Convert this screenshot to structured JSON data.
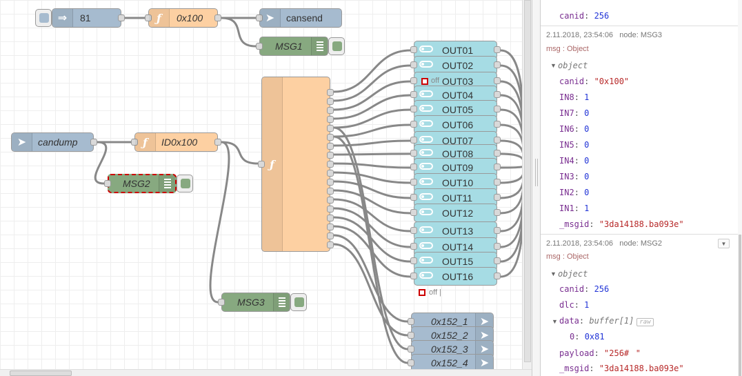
{
  "flow": {
    "inject_nodes": [
      {
        "id": "inject-81",
        "label": "81"
      },
      {
        "id": "inject-candump",
        "label": "candump"
      }
    ],
    "function_nodes": [
      {
        "id": "fn-0x100",
        "label": "0x100"
      },
      {
        "id": "fn-id0x100",
        "label": "ID0x100"
      }
    ],
    "output_nodes": [
      {
        "id": "out-cansend",
        "label": "cansend"
      }
    ],
    "debug_nodes": [
      {
        "id": "dbg-msg1",
        "label": "MSG1"
      },
      {
        "id": "dbg-msg2",
        "label": "MSG2"
      },
      {
        "id": "dbg-msg3",
        "label": "MSG3"
      }
    ],
    "switches": [
      "OUT01",
      "OUT02",
      "OUT03",
      "OUT04",
      "OUT05",
      "OUT06",
      "OUT07",
      "OUT08",
      "OUT09",
      "OUT10",
      "OUT11",
      "OUT12",
      "OUT13",
      "OUT14",
      "OUT15",
      "OUT16"
    ],
    "switch_off_label": "off",
    "bottom_status": "off |",
    "lower_nodes": [
      "0x152_1",
      "0x152_2",
      "0x152_3",
      "0x152_4"
    ],
    "colors": {
      "inject": "#a6bbcf",
      "function": "#fdd0a2",
      "debug": "#87a980",
      "switch": "#a6dce4",
      "wire": "#888888",
      "status_red": "#cc0000"
    }
  },
  "sidebar": {
    "top_fragment": {
      "key": "canid",
      "value": "256"
    },
    "messages": [
      {
        "timestamp": "2.11.2018, 23:54:06",
        "node": "node: MSG3",
        "topic": "msg : Object",
        "root": "object",
        "props": [
          {
            "key": "canid",
            "value": "\"0x100\"",
            "type": "s"
          },
          {
            "key": "IN8",
            "value": "1",
            "type": "n"
          },
          {
            "key": "IN7",
            "value": "0",
            "type": "n"
          },
          {
            "key": "IN6",
            "value": "0",
            "type": "n"
          },
          {
            "key": "IN5",
            "value": "0",
            "type": "n"
          },
          {
            "key": "IN4",
            "value": "0",
            "type": "n"
          },
          {
            "key": "IN3",
            "value": "0",
            "type": "n"
          },
          {
            "key": "IN2",
            "value": "0",
            "type": "n"
          },
          {
            "key": "IN1",
            "value": "1",
            "type": "n"
          },
          {
            "key": "_msgid",
            "value": "\"3da14188.ba093e\"",
            "type": "s"
          }
        ]
      },
      {
        "timestamp": "2.11.2018, 23:54:06",
        "node": "node: MSG2",
        "topic": "msg : Object",
        "root": "object",
        "canid": {
          "key": "canid",
          "value": "256"
        },
        "dlc": {
          "key": "dlc",
          "value": "1"
        },
        "data": {
          "key": "data",
          "value": "buffer[1]",
          "raw": "raw",
          "item_key": "0",
          "item_value": "0x81"
        },
        "payload": {
          "key": "payload",
          "value": "\"256#\""
        },
        "msgid": {
          "key": "_msgid",
          "value": "\"3da14188.ba093e\""
        }
      }
    ]
  }
}
